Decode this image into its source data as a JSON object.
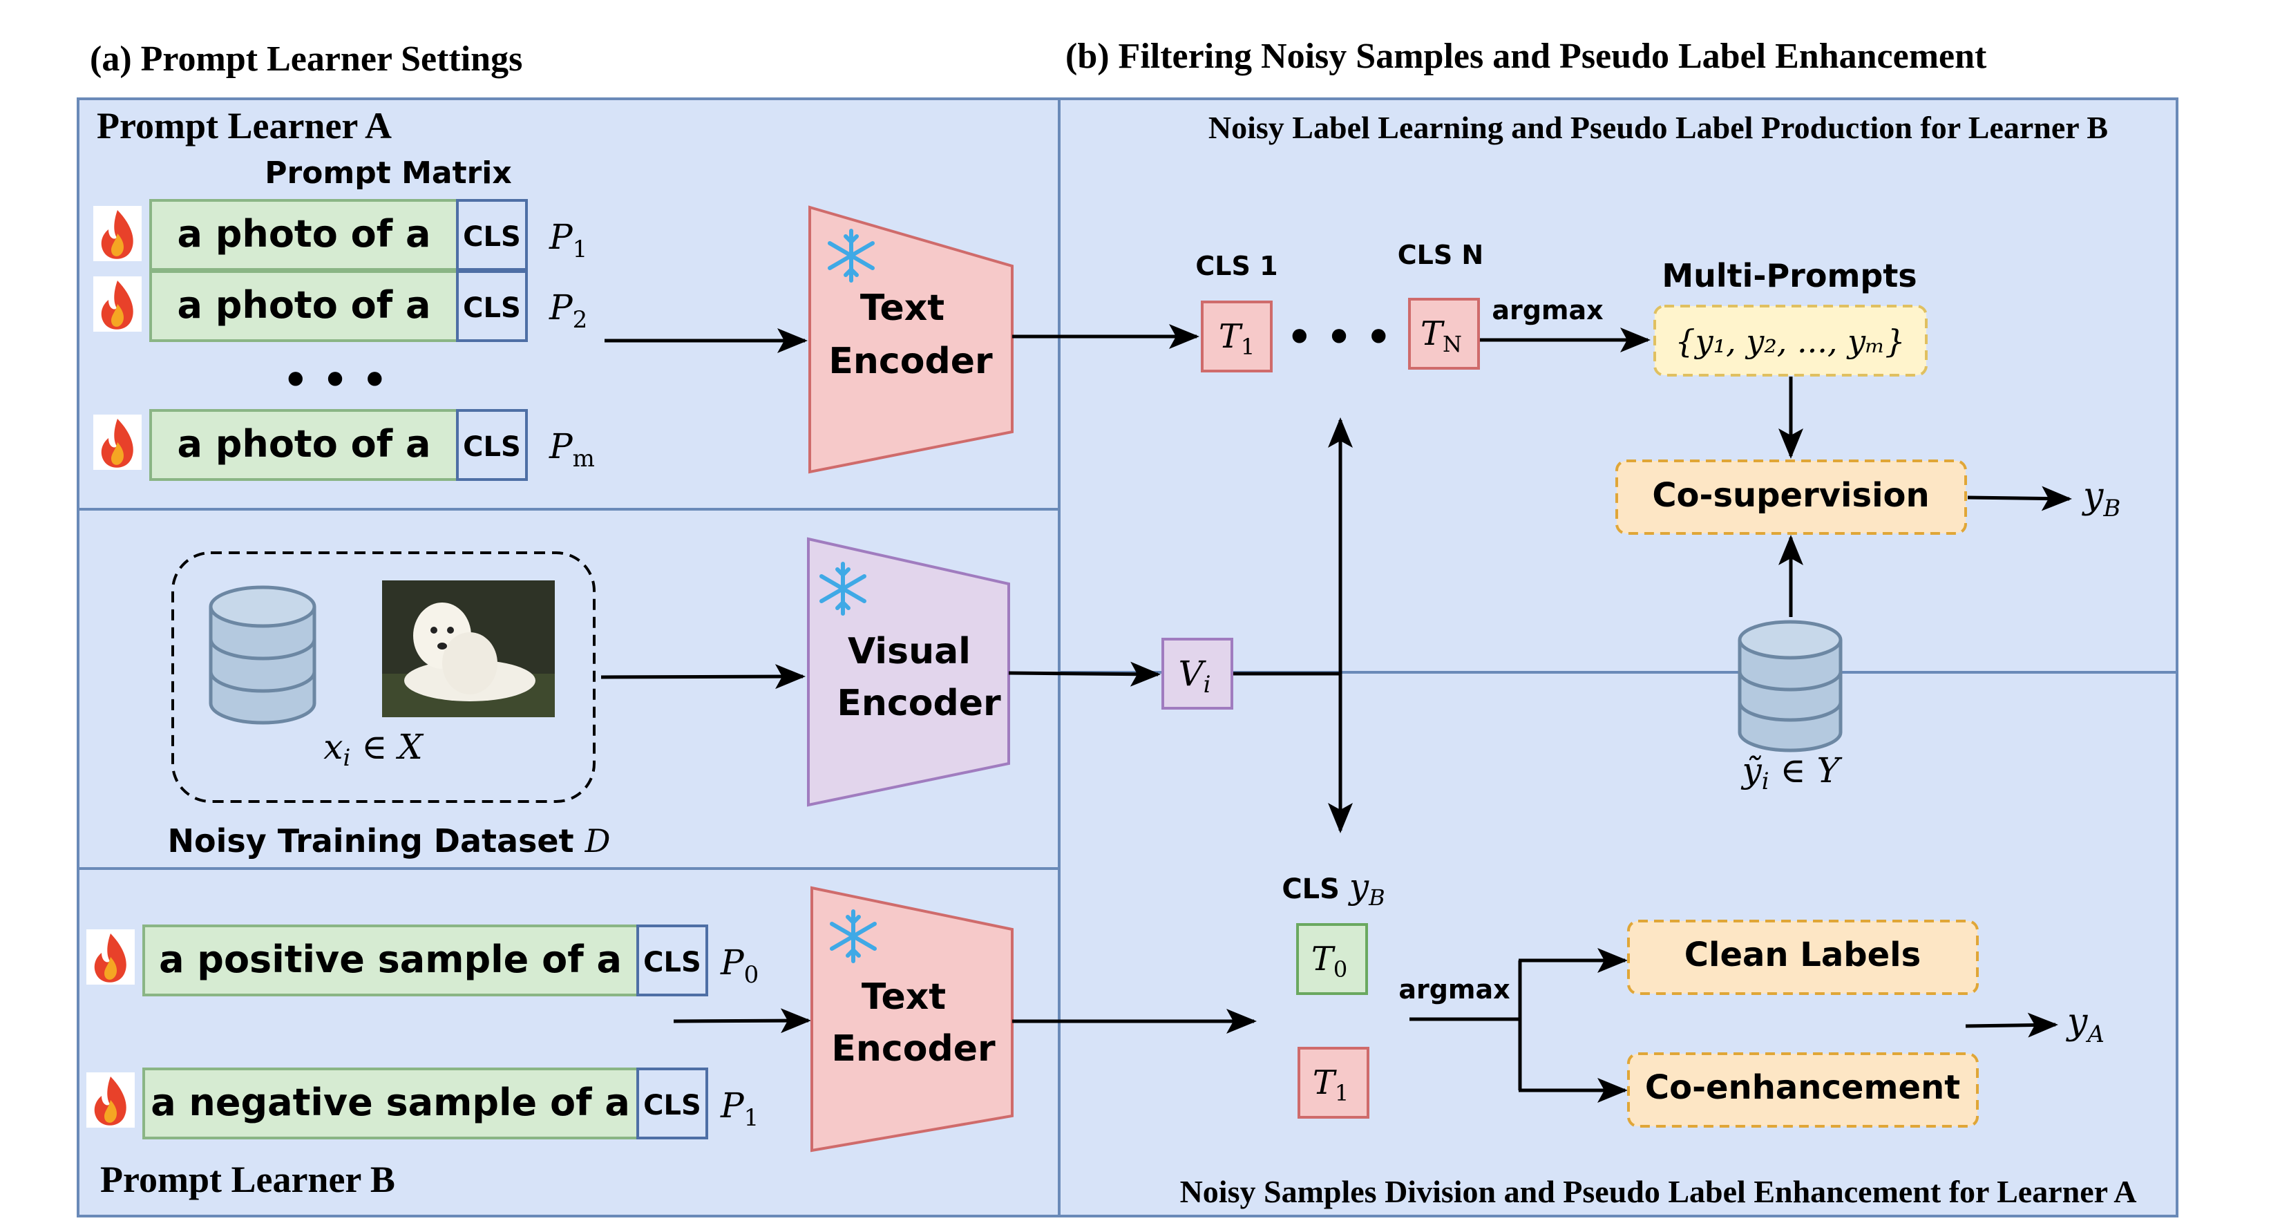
{
  "headings": {
    "panel_a": "(a) Prompt Learner Settings",
    "panel_b": "(b) Filtering Noisy Samples and Pseudo Label Enhancement",
    "learner_a": "Prompt Learner A",
    "learner_b": "Prompt Learner B",
    "section_top_right": "Noisy Label Learning and Pseudo Label Production for Learner B",
    "section_bottom_right": "Noisy Samples Division and Pseudo Label Enhancement for Learner A"
  },
  "prompt_a": {
    "matrix_title": "Prompt Matrix",
    "rows": [
      {
        "text": "a photo of a",
        "cls": "CLS",
        "label": "P",
        "sub": "1"
      },
      {
        "text": "a photo of a",
        "cls": "CLS",
        "label": "P",
        "sub": "2"
      },
      {
        "text": "a photo of a",
        "cls": "CLS",
        "label": "P",
        "sub": "m"
      }
    ],
    "ellipsis": "• • •"
  },
  "encoders": {
    "text_top": [
      "Text",
      "Encoder"
    ],
    "visual": [
      "Visual",
      "Encoder"
    ],
    "text_bottom": [
      "Text",
      "Encoder"
    ]
  },
  "dataset": {
    "input_label": "x",
    "input_sub": "i",
    "input_rest": " ∈ X",
    "caption": "Noisy Training Dataset ",
    "caption_math": "D"
  },
  "prompt_b": {
    "rows": [
      {
        "text": "a positive sample of a",
        "cls": "CLS",
        "label": "P",
        "sub": "0"
      },
      {
        "text": "a negative sample of a",
        "cls": "CLS",
        "label": "P",
        "sub": "1"
      }
    ]
  },
  "top_flow": {
    "cls1": "CLS 1",
    "clsn": "CLS N",
    "t1": "T",
    "t1_sub": "1",
    "tn": "T",
    "tn_sub": "N",
    "dots": "• • •",
    "argmax": "argmax",
    "multi_title": "Multi-Prompts",
    "multi_set": "{y₁, y₂, ..., yₘ}",
    "cosup": "Co-supervision",
    "yb": "y",
    "yb_sub": "B",
    "vi": "V",
    "vi_sub": "i",
    "ytilde": "ỹ",
    "ytilde_sub": "i",
    "ytilde_rest": " ∈ Y"
  },
  "bottom_flow": {
    "cls_prefix": "CLS ",
    "cls_y": "y",
    "cls_y_sub": "B",
    "t0": "T",
    "t0_sub": "0",
    "t1": "T",
    "t1_sub": "1",
    "argmax": "argmax",
    "clean": "Clean Labels",
    "coenh": "Co-enhancement",
    "ya": "y",
    "ya_sub": "A"
  },
  "colors": {
    "panel_bg": "#d7e3f8",
    "panel_border": "#6a8ab8",
    "prompt_green": "#d6ebd2",
    "prompt_green_border": "#8ab585",
    "text_encoder": "#f6c9c9",
    "text_encoder_border": "#cf6b6b",
    "visual_encoder": "#e2d5ec",
    "visual_encoder_border": "#a07cbf",
    "orange_box": "#fde6c5",
    "orange_border": "#e0a637",
    "yellow_box": "#fff4cc",
    "db_fill": "#b4c9df",
    "db_stroke": "#6c87a3"
  }
}
